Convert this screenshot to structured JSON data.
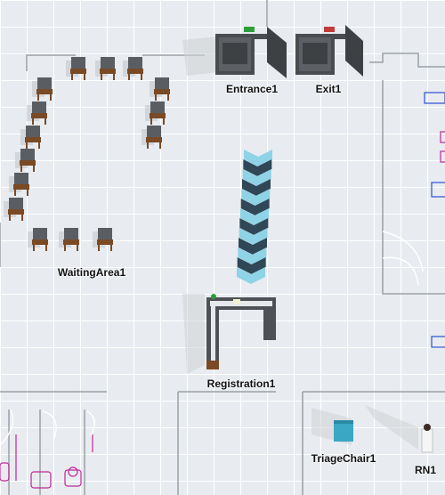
{
  "scene": {
    "labels": {
      "entrance": "Entrance1",
      "exit": "Exit1",
      "waiting_area": "WaitingArea1",
      "registration": "Registration1",
      "triage_chair": "TriageChair1",
      "nurse": "RN1"
    },
    "colors": {
      "floor": "#e8ecf0",
      "grid": "#ffffff",
      "wall": "#9aa0a6",
      "chair_seat": "#5a5e63",
      "chair_frame": "#7a4a25",
      "arrow_light": "#8fd3e6",
      "arrow_dark": "#2f4756",
      "door": "#4a4d50",
      "desk": "#4e5256",
      "triage_chair": "#3aa7c4",
      "marker_blue": "#2b4fd6",
      "marker_magenta": "#c0269a"
    }
  }
}
